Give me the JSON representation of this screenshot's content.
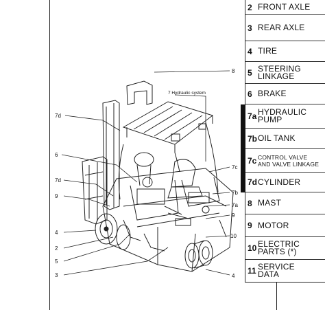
{
  "tabs": [
    {
      "num": "2",
      "label": "FRONT AXLE"
    },
    {
      "num": "3",
      "label": "REAR AXLE"
    },
    {
      "num": "4",
      "label": "TIRE"
    },
    {
      "num": "5",
      "label": "STEERING LINKAGE",
      "line1": "STEERING",
      "line2": "LINKAGE"
    },
    {
      "num": "6",
      "label": "BRAKE"
    },
    {
      "num": "7a",
      "label": "HYDRAULIC PUMP",
      "line1": "HYDRAULIC",
      "line2": "PUMP"
    },
    {
      "num": "7b",
      "label": "OIL TANK"
    },
    {
      "num": "7c",
      "label": "CONTROL VALVE AND VALVE LINKAGE",
      "line1": "CONTROL VALVE",
      "line2": "AND VALVE LINKAGE"
    },
    {
      "num": "7d",
      "label": "CYLINDER"
    },
    {
      "num": "8",
      "label": "MAST"
    },
    {
      "num": "9",
      "label": "MOTOR"
    },
    {
      "num": "10",
      "label": "ELECTRIC PARTS (*)",
      "line1": "ELECTRIC",
      "line2": "PARTS (*)"
    },
    {
      "num": "11",
      "label": "SERVICE DATA",
      "line1": "SERVICE",
      "line2": "DATA"
    }
  ],
  "diagram": {
    "caption_hydraulic": "7 Hydraulic system",
    "callouts": {
      "c8": "8",
      "c7d_top": "7d",
      "c6": "6",
      "c7d_mid": "7d",
      "c9_left": "9",
      "c4_left": "4",
      "c2": "2",
      "c5": "5",
      "c3": "3",
      "c7c": "7c",
      "c7b": "7b",
      "c7a": "7a",
      "c9_right": "9",
      "c10": "10",
      "c4_bottom": "4"
    }
  }
}
